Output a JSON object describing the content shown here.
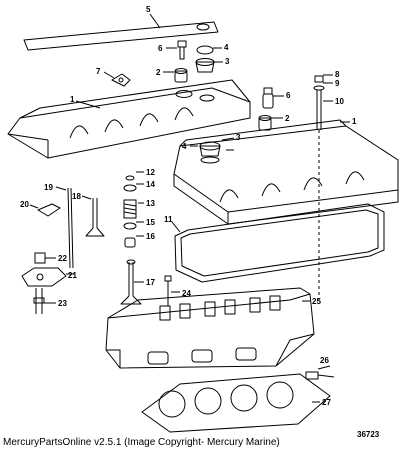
{
  "figure_number": "36723",
  "footer_text": "MercuryPartsOnline v2.5.1 (Image Copyright- Mercury Marine)",
  "callouts": [
    {
      "id": "c5",
      "label": "5"
    },
    {
      "id": "c6a",
      "label": "6"
    },
    {
      "id": "c4a",
      "label": "4"
    },
    {
      "id": "c7",
      "label": "7"
    },
    {
      "id": "c2a",
      "label": "2"
    },
    {
      "id": "c3a",
      "label": "3"
    },
    {
      "id": "c8",
      "label": "8"
    },
    {
      "id": "c9",
      "label": "9"
    },
    {
      "id": "c10",
      "label": "10"
    },
    {
      "id": "c1a",
      "label": "1"
    },
    {
      "id": "c6b",
      "label": "6"
    },
    {
      "id": "c2b",
      "label": "2"
    },
    {
      "id": "c1b",
      "label": "1"
    },
    {
      "id": "c3b",
      "label": "3"
    },
    {
      "id": "c4b",
      "label": "4"
    },
    {
      "id": "c12",
      "label": "12"
    },
    {
      "id": "c14",
      "label": "14"
    },
    {
      "id": "c13",
      "label": "13"
    },
    {
      "id": "c15",
      "label": "15"
    },
    {
      "id": "c16",
      "label": "16"
    },
    {
      "id": "c19",
      "label": "19"
    },
    {
      "id": "c18",
      "label": "18"
    },
    {
      "id": "c20",
      "label": "20"
    },
    {
      "id": "c11",
      "label": "11"
    },
    {
      "id": "c22",
      "label": "22"
    },
    {
      "id": "c21",
      "label": "21"
    },
    {
      "id": "c23",
      "label": "23"
    },
    {
      "id": "c17",
      "label": "17"
    },
    {
      "id": "c24",
      "label": "24"
    },
    {
      "id": "c25",
      "label": "25"
    },
    {
      "id": "c26",
      "label": "26"
    },
    {
      "id": "c27",
      "label": "27"
    }
  ]
}
